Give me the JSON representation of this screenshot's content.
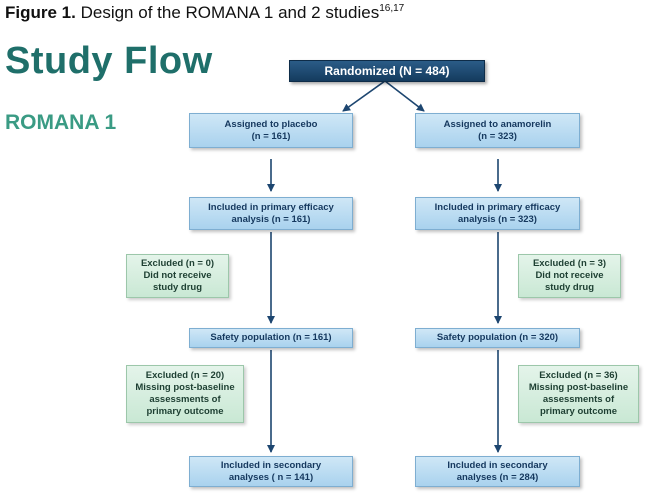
{
  "caption": {
    "label": "Figure 1.",
    "text": "Design of the ROMANA 1 and 2 studies",
    "refs": "16,17"
  },
  "title": "Study Flow",
  "subtitle": "ROMANA 1",
  "randomized": "Randomized (N = 484)",
  "placebo_arm": {
    "assigned": [
      "Assigned to placebo",
      "(n = 161)"
    ],
    "primary": [
      "Included in primary efficacy",
      "analysis (n = 161)"
    ],
    "excluded_drug": [
      "Excluded (n = 0)",
      "Did not receive",
      "study drug"
    ],
    "safety": [
      "Safety population (n = 161)"
    ],
    "excluded_assess": [
      "Excluded (n = 20)",
      "Missing post-baseline",
      "assessments of",
      "primary outcome"
    ],
    "secondary": [
      "Included in secondary",
      "analyses ( n = 141)"
    ]
  },
  "anamorelin_arm": {
    "assigned": [
      "Assigned to anamorelin",
      "(n = 323)"
    ],
    "primary": [
      "Included in primary efficacy",
      "analysis (n = 323)"
    ],
    "excluded_drug": [
      "Excluded (n = 3)",
      "Did not receive",
      "study drug"
    ],
    "safety": [
      "Safety population (n = 320)"
    ],
    "excluded_assess": [
      "Excluded (n = 36)",
      "Missing post-baseline",
      "assessments of",
      "primary outcome"
    ],
    "secondary": [
      "Included in secondary",
      "analyses (n = 284)"
    ]
  }
}
